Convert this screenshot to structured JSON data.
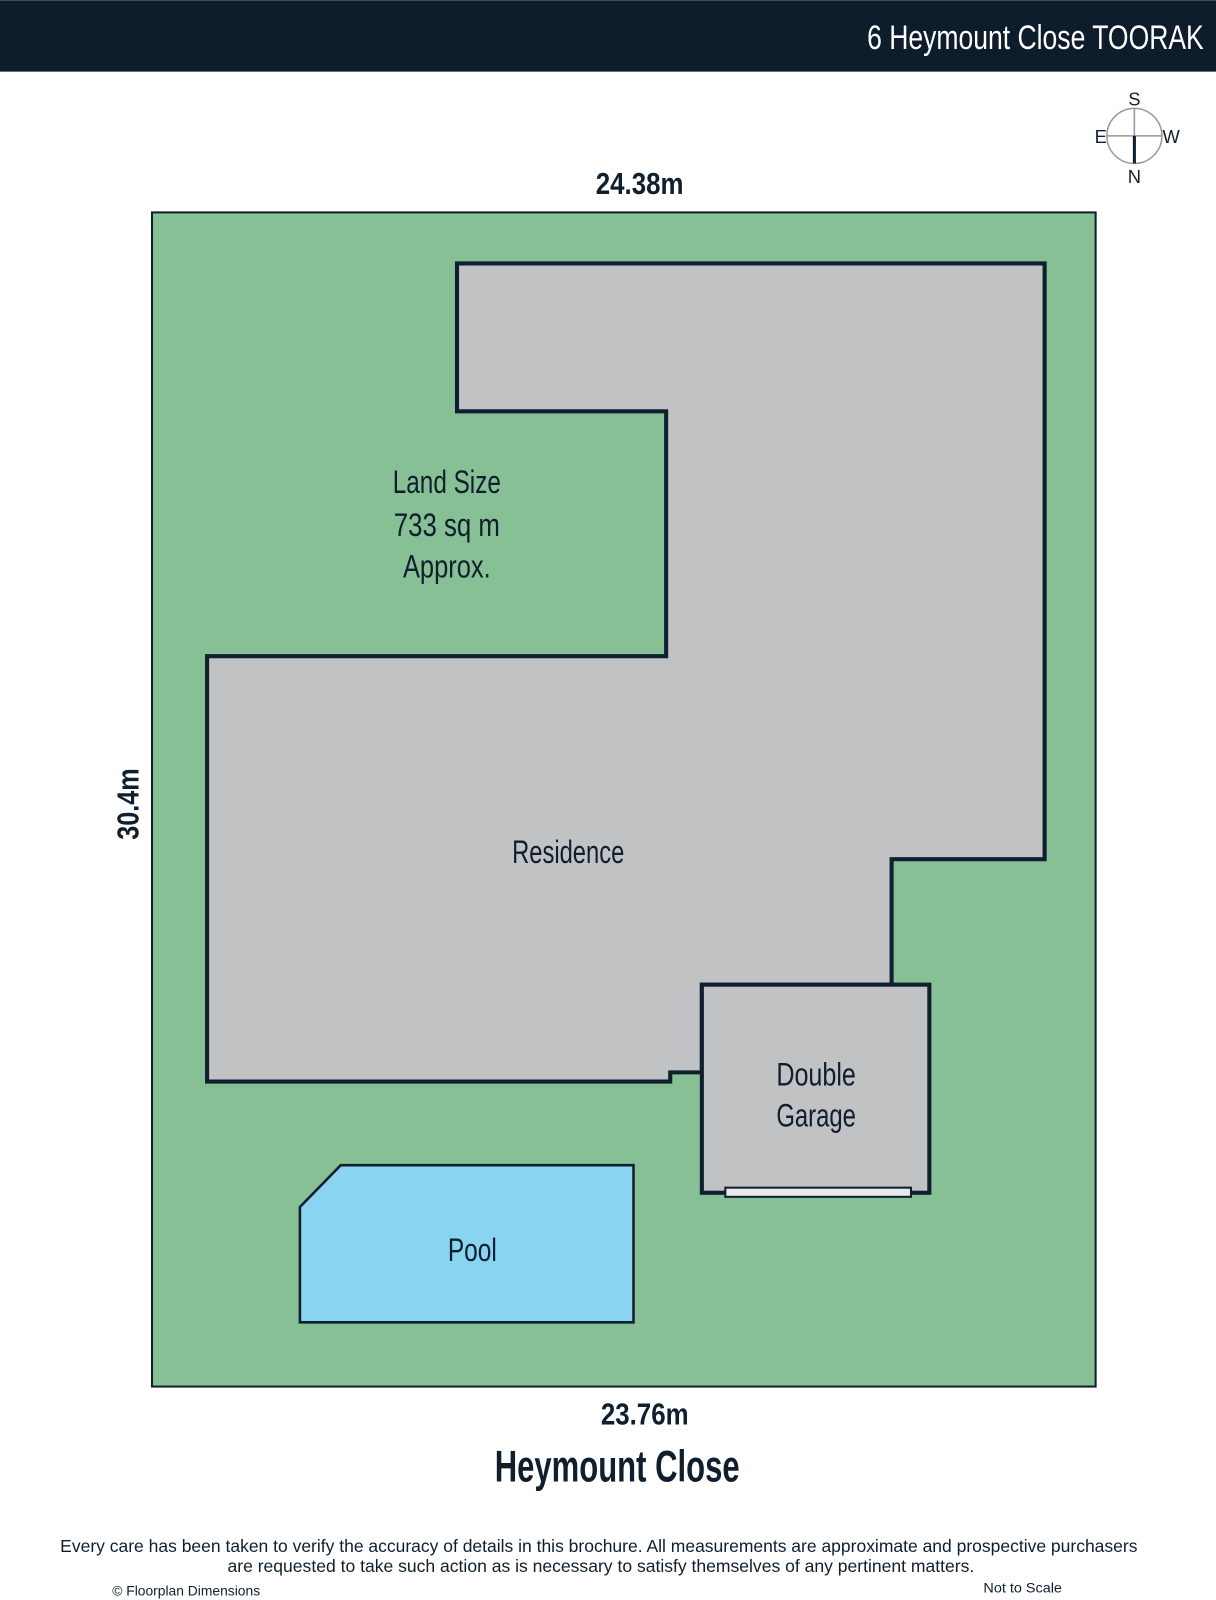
{
  "header": {
    "title": "6 Heymount Close TOORAK"
  },
  "compass": {
    "top": "S",
    "left": "E",
    "right": "W",
    "bottom": "N"
  },
  "dimensions": {
    "top": "24.38m",
    "bottom": "23.76m",
    "left": "30.4m"
  },
  "land": {
    "line1": "Land Size",
    "line2": "733 sq m",
    "line3": "Approx."
  },
  "residence": {
    "label": "Residence"
  },
  "garage": {
    "line1": "Double",
    "line2": "Garage"
  },
  "pool": {
    "label": "Pool"
  },
  "street": {
    "name": "Heymount Close"
  },
  "footer": {
    "disclaimer_line1": "Every care has been taken to verify the accuracy of details in this brochure. All measurements are approximate and prospective purchasers",
    "disclaimer_line2": "are requested to take such action as is necessary to satisfy themselves of any pertinent matters.",
    "copyright": "© Floorplan Dimensions",
    "scale_note": "Not to Scale"
  },
  "colors": {
    "header": "#0e1d2c",
    "land": "#87c095",
    "building": "#c0c2c4",
    "pool": "#88d4f1",
    "outline": "#0f1f2e"
  }
}
